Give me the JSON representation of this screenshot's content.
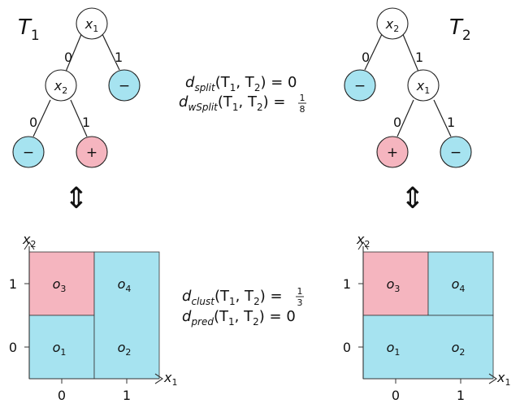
{
  "tree1": {
    "title": "T",
    "title_sub": "1",
    "root_var": "x",
    "root_sub": "1",
    "root_left_edge": "0",
    "root_right_edge": "1",
    "child_var": "x",
    "child_sub": "2",
    "child_left_edge": "0",
    "child_right_edge": "1",
    "leaf_root_right": "−",
    "leaf_left": "−",
    "leaf_right": "+"
  },
  "tree2": {
    "title": "T",
    "title_sub": "2",
    "root_var": "x",
    "root_sub": "2",
    "root_left_edge": "0",
    "root_right_edge": "1",
    "child_var": "x",
    "child_sub": "1",
    "child_left_edge": "0",
    "child_right_edge": "1",
    "leaf_root_left": "−",
    "leaf_left": "+",
    "leaf_right": "−"
  },
  "metrics_top": {
    "d1_name": "d",
    "d1_sub": "split",
    "d1_args": "(T",
    "d1_arg_sub1": "1",
    "d1_mid": ", T",
    "d1_arg_sub2": "2",
    "d1_close": ") = 0",
    "d2_name": "d",
    "d2_sub": "wSplit",
    "d2_args": "(T",
    "d2_arg_sub1": "1",
    "d2_mid": ", T",
    "d2_arg_sub2": "2",
    "d2_close": ") =",
    "d2_frac_num": "1",
    "d2_frac_den": "8"
  },
  "metrics_bottom": {
    "d1_name": "d",
    "d1_sub": "clust",
    "d1_args": "(T",
    "d1_arg_sub1": "1",
    "d1_mid": ", T",
    "d1_arg_sub2": "2",
    "d1_close": ") =",
    "d1_frac_num": "1",
    "d1_frac_den": "3",
    "d2_name": "d",
    "d2_sub": "pred",
    "d2_args": "(T",
    "d2_arg_sub1": "1",
    "d2_mid": ", T",
    "d2_arg_sub2": "2",
    "d2_close": ") = 0"
  },
  "equiv_symbol": "⇕",
  "plot1": {
    "ylabel": "x",
    "ylabel_sub": "2",
    "xlabel": "x",
    "xlabel_sub": "1",
    "xticks": [
      "0",
      "1"
    ],
    "yticks": [
      "0",
      "1"
    ],
    "regions": {
      "o3": {
        "name": "o",
        "sub": "3"
      },
      "o4": {
        "name": "o",
        "sub": "4"
      },
      "o1": {
        "name": "o",
        "sub": "1"
      },
      "o2": {
        "name": "o",
        "sub": "2"
      }
    }
  },
  "plot2": {
    "ylabel": "x",
    "ylabel_sub": "2",
    "xlabel": "x",
    "xlabel_sub": "1",
    "xticks": [
      "0",
      "1"
    ],
    "yticks": [
      "0",
      "1"
    ],
    "regions": {
      "o3": {
        "name": "o",
        "sub": "3"
      },
      "o4": {
        "name": "o",
        "sub": "4"
      },
      "o1": {
        "name": "o",
        "sub": "1"
      },
      "o2": {
        "name": "o",
        "sub": "2"
      }
    }
  },
  "colors": {
    "negative": "#a6e3f0",
    "positive": "#f5b5bf"
  }
}
